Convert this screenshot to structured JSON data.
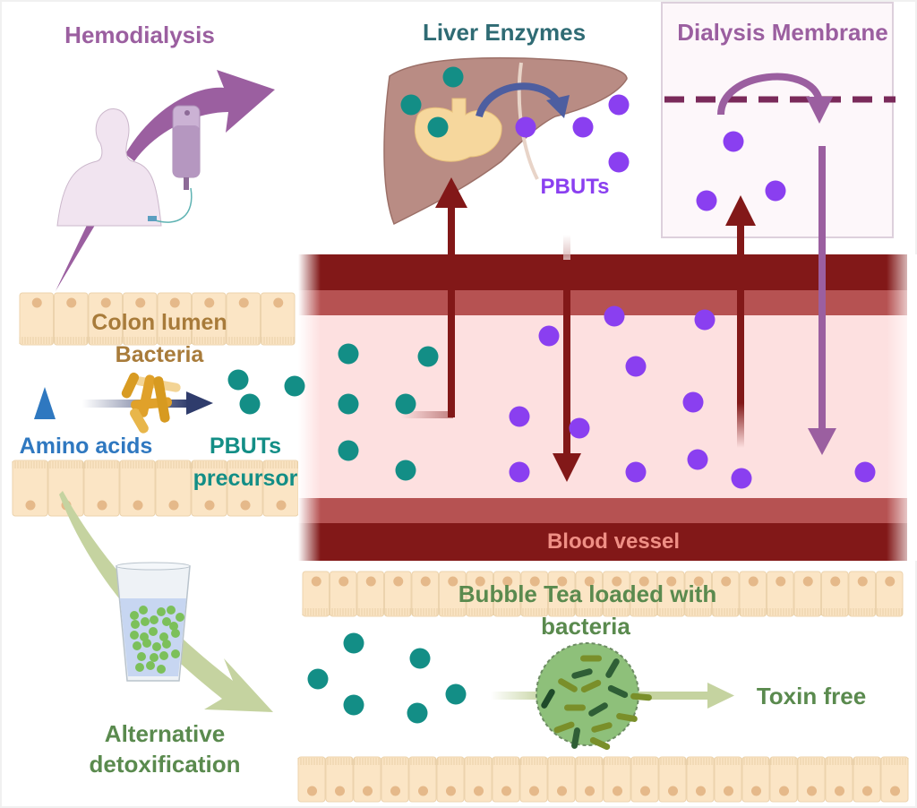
{
  "labels": {
    "hemodialysis": "Hemodialysis",
    "liver_enzymes": "Liver Enzymes",
    "dialysis_membrane": "Dialysis Membrane",
    "pbuts": "PBUTs",
    "colon_lumen": "Colon lumen",
    "bacteria": "Bacteria",
    "amino_acids": "Amino acids",
    "pbuts_precursor_line1": "PBUTs",
    "pbuts_precursor_line2": "precursor",
    "blood_vessel": "Blood vessel",
    "bubble_tea_line1": "Bubble Tea loaded with",
    "bubble_tea_line2": "bacteria",
    "toxin_free": "Toxin free",
    "alt_detox_line1": "Alternative",
    "alt_detox_line2": "detoxification"
  },
  "colors": {
    "hemodialysis": "#9b5fa0",
    "liver_title": "#2f6b74",
    "membrane_title": "#9b5fa0",
    "pbut_purple": "#8a3ff0",
    "precursor_teal": "#138e86",
    "colon_text": "#a87b3a",
    "amino_blue": "#2f78c0",
    "vessel_dark": "#821818",
    "vessel_mid": "#b65252",
    "vessel_lumen": "#fde0e0",
    "vessel_text": "#ef8f85",
    "detox_green": "#5a8a4e",
    "detox_arrow": "#c5d3a0",
    "cell_fill": "#fbe5c5",
    "cell_nucleus": "#e5b98a",
    "liver": "#b98c84"
  }
}
